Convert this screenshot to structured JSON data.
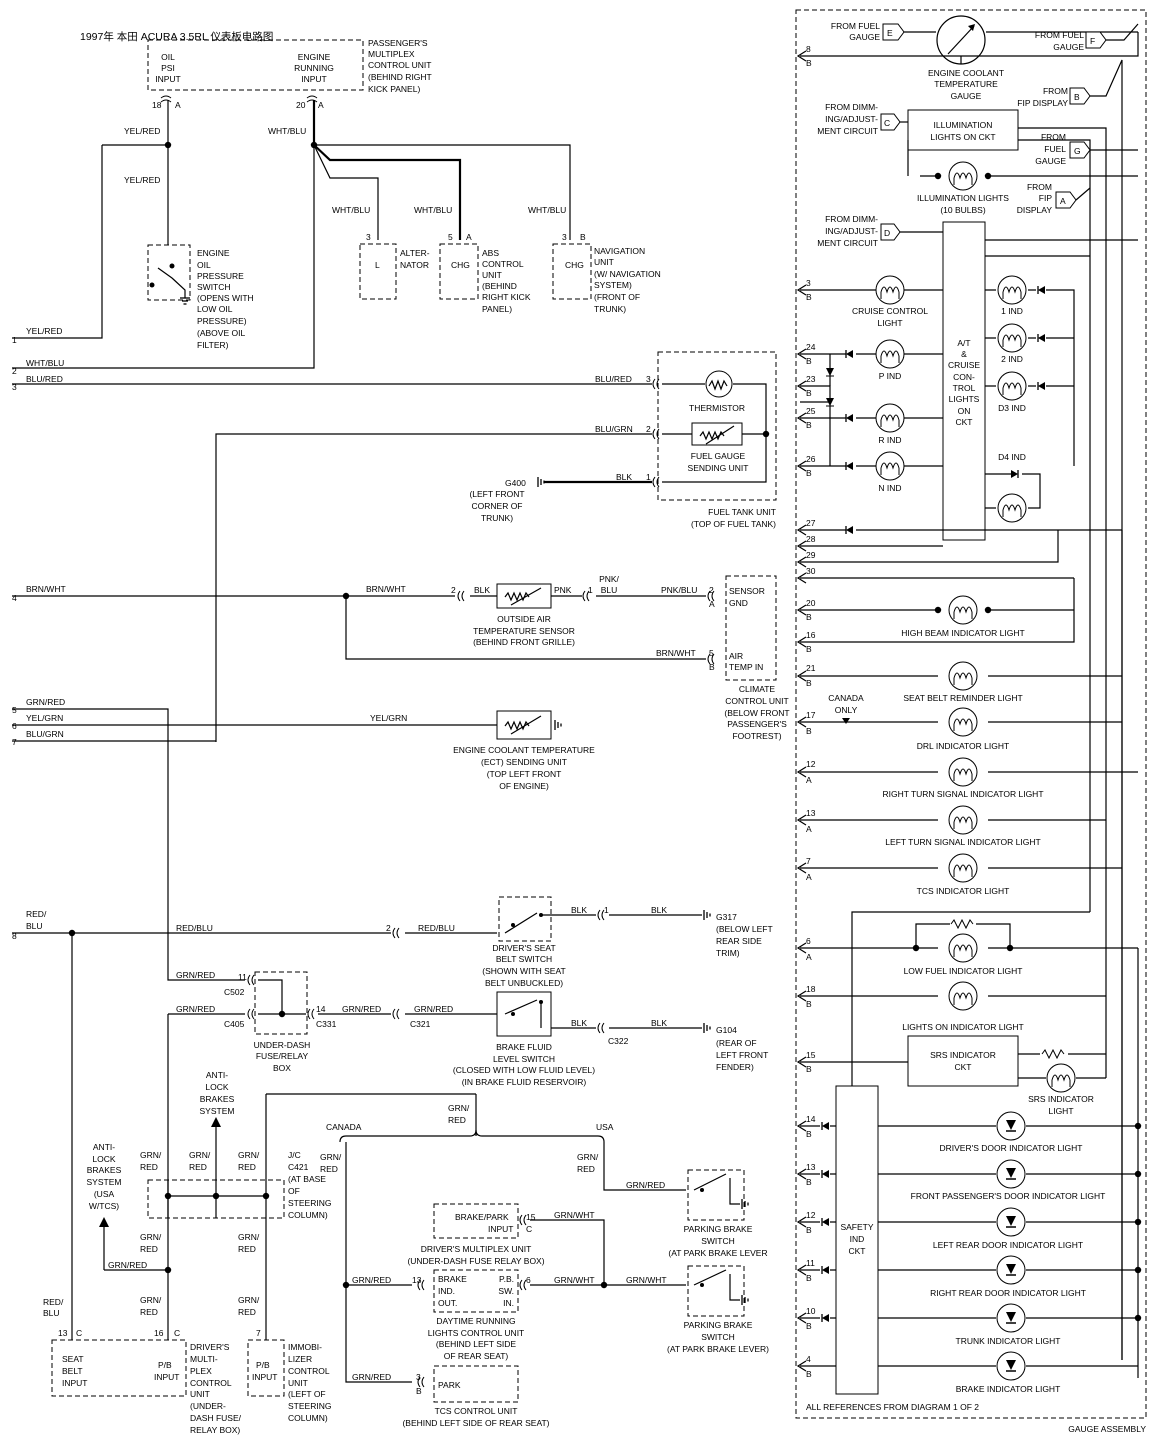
{
  "title": "1997年 本田 ACURA 3.5RL 仪表板电路图",
  "top": {
    "pcu": [
      "PASSENGER'S",
      "MULTIPLEX",
      "CONTROL UNIT",
      "(BEHIND RIGHT",
      "KICK PANEL)"
    ],
    "oil_input": [
      "OIL",
      "PSI",
      "INPUT"
    ],
    "engine_input": [
      "ENGINE",
      "RUNNING",
      "INPUT"
    ],
    "pin18": "18",
    "pin20": "20",
    "tri": "A",
    "yel_red": "YEL/RED",
    "wht_blu": "WHT/BLU",
    "oil_switch": [
      "ENGINE",
      "OIL",
      "PRESSURE",
      "SWITCH",
      "(OPENS WITH",
      "LOW OIL",
      "PRESSURE)",
      "(ABOVE OIL",
      "FILTER)"
    ],
    "alternator": [
      "ALTER-",
      "NATOR"
    ],
    "alt_L": "L",
    "alt_pin": "3",
    "abs_unit": [
      "ABS",
      "CONTROL",
      "UNIT",
      "(BEHIND",
      "RIGHT KICK",
      "PANEL)"
    ],
    "abs_pin": "5",
    "abs_a": "A",
    "chg": "CHG",
    "nav_unit": [
      "NAVIGATION",
      "UNIT",
      "(W/ NAVIGATION",
      "SYSTEM)",
      "(FRONT OF",
      "TRUNK)"
    ],
    "nav_pin": "3",
    "nav_b": "B"
  },
  "left_wires": [
    {
      "num": "1",
      "label": "YEL/RED"
    },
    {
      "num": "2",
      "label": "WHT/BLU"
    },
    {
      "num": "3",
      "label": "BLU/RED"
    },
    {
      "num": "4",
      "label": "BRN/WHT"
    },
    {
      "num": "5",
      "label": "GRN/RED"
    },
    {
      "num": "6",
      "label": "YEL/GRN"
    },
    {
      "num": "7",
      "label": "BLU/GRN"
    },
    {
      "num": "8",
      "label": [
        "RED/",
        "BLU"
      ]
    }
  ],
  "fuel": {
    "blu_red": "BLU/RED",
    "blu_grn": "BLU/GRN",
    "blk": "BLK",
    "p3": "3",
    "p2": "2",
    "p1": "1",
    "thermistor": "THERMISTOR",
    "sending": [
      "FUEL GAUGE",
      "SENDING UNIT"
    ],
    "unit": [
      "FUEL TANK UNIT",
      "(TOP OF FUEL TANK)"
    ],
    "g400": "G400",
    "g400_loc": [
      "(LEFT FRONT",
      "CORNER OF",
      "TRUNK)"
    ]
  },
  "oat": {
    "brn_wht": "BRN/WHT",
    "blk": "BLK",
    "pnk": "PNK",
    "pnk_blu": [
      "PNK/",
      "BLU"
    ],
    "pnk_blu2": "PNK/BLU",
    "p2": "2",
    "p1": "1",
    "p2b": "2",
    "p5": "5",
    "a": "A",
    "b": "B",
    "sensor": [
      "OUTSIDE AIR",
      "TEMPERATURE SENSOR",
      "(BEHIND FRONT GRILLE)"
    ],
    "sensor_gnd": [
      "SENSOR",
      "GND"
    ],
    "air_temp": [
      "AIR",
      "TEMP IN"
    ],
    "ccu": [
      "CLIMATE",
      "CONTROL UNIT",
      "(BELOW FRONT",
      "PASSENGER'S",
      "FOOTREST)"
    ]
  },
  "ect": {
    "yel_grn": "YEL/GRN",
    "label": [
      "ENGINE COOLANT TEMPERATURE",
      "(ECT) SENDING UNIT",
      "(TOP LEFT FRONT",
      "OF ENGINE)"
    ]
  },
  "seatbelt": {
    "red_blu": "RED/BLU",
    "p2": "2",
    "p1": "1",
    "blk": "BLK",
    "label": [
      "DRIVER'S SEAT",
      "BELT SWITCH",
      "(SHOWN WITH SEAT",
      "BELT UNBUCKLED)"
    ],
    "g317": "G317",
    "g317_loc": [
      "(BELOW LEFT",
      "REAR SIDE",
      "TRIM)"
    ]
  },
  "fusebox": {
    "grn_red": "GRN/RED",
    "p11": "11",
    "p14": "14",
    "c502": "C502",
    "c405": "C405",
    "c331": "C331",
    "c321": "C321",
    "c322": "C322",
    "label": [
      "UNDER-DASH",
      "FUSE/RELAY",
      "BOX"
    ]
  },
  "brakefluid": {
    "label": [
      "BRAKE FLUID",
      "LEVEL SWITCH",
      "(CLOSED WITH LOW FLUID LEVEL)",
      "(IN BRAKE FLUID RESERVOIR)"
    ],
    "g104": "G104",
    "g104_loc": [
      "(REAR OF",
      "LEFT FRONT",
      "FENDER)"
    ]
  },
  "lower": {
    "abs_sys": [
      "ANTI-",
      "LOCK",
      "BRAKES",
      "SYSTEM"
    ],
    "abs_sys2": [
      "ANTI-",
      "LOCK",
      "BRAKES",
      "SYSTEM",
      "(USA",
      "W/TCS)"
    ],
    "grn_red2": [
      "GRN/",
      "RED"
    ],
    "grn_red": "GRN/RED",
    "jc": [
      "J/C",
      "C421",
      "(AT BASE",
      "OF",
      "STEERING",
      "COLUMN)"
    ],
    "canada": "CANADA",
    "usa": "USA",
    "dmu": [
      "DRIVER'S",
      "MULTI-",
      "PLEX",
      "CONTROL",
      "UNIT",
      "(UNDER-",
      "DASH FUSE/",
      "RELAY BOX)"
    ],
    "seatbelt_in": [
      "SEAT",
      "BELT",
      "INPUT"
    ],
    "pb_input": [
      "P/B",
      "INPUT"
    ],
    "p13": "13",
    "p16": "16",
    "p7": "7",
    "c": "C",
    "immob": [
      "IMMOBI-",
      "LIZER",
      "CONTROL",
      "UNIT",
      "(LEFT OF",
      "STEERING",
      "COLUMN)"
    ],
    "brake_park": [
      "BRAKE/PARK",
      "INPUT"
    ],
    "p15": "15",
    "dmu2": [
      "DRIVER'S MULTIPLEX UNIT",
      "(UNDER-DASH FUSE RELAY BOX)"
    ],
    "grn_wht": "GRN/WHT",
    "drl_left": [
      "BRAKE",
      "IND.",
      "OUT."
    ],
    "drl_right": [
      "P.B.",
      "SW.",
      "IN."
    ],
    "p13b": "13",
    "p6": "6",
    "drl": [
      "DAYTIME RUNNING",
      "LIGHTS CONTROL UNIT",
      "(BEHIND LEFT SIDE",
      "OF REAR SEAT)"
    ],
    "pbs1": [
      "PARKING BRAKE",
      "SWITCH",
      "(AT PARK BRAKE LEVER"
    ],
    "pbs2": [
      "PARKING BRAKE",
      "SWITCH",
      "(AT PARK BRAKE LEVER)"
    ],
    "park": "PARK",
    "p3": "3",
    "b": "B",
    "tcs": "TCS CONTROL UNIT",
    "tcs_loc": "(BEHIND LEFT SIDE OF REAR SEAT)"
  },
  "gauge": {
    "from_fuel": [
      "FROM FUEL",
      "GAUGE"
    ],
    "e": "E",
    "coolant": [
      "ENGINE COOLANT",
      "TEMPERATURE",
      "GAUGE"
    ],
    "from_fuel_r": [
      "FROM FUEL",
      "GAUGE"
    ],
    "f": "F",
    "from_fip": [
      "FROM",
      "FIP DISPLAY"
    ],
    "bb": "B",
    "from_dimm": [
      "FROM DIMM-",
      "ING/ADJUST-",
      "MENT CIRCUIT"
    ],
    "c": "C",
    "illum_ckt": [
      "ILLUMINATION",
      "LIGHTS ON CKT"
    ],
    "from_fuel2": [
      "FROM",
      "FUEL",
      "GAUGE"
    ],
    "g": "G",
    "illum_lights": [
      "ILLUMINATION LIGHTS",
      "(10 BULBS)"
    ],
    "from_fip2": [
      "FROM",
      "FIP",
      "DISPLAY"
    ],
    "a": "A",
    "from_dimm2": [
      "FROM DIMM-",
      "ING/ADJUST-",
      "MENT CIRCUIT"
    ],
    "d": "D",
    "at_ckt": [
      "A/T",
      "&",
      "CRUISE",
      "CON-",
      "TROL",
      "LIGHTS",
      "ON",
      "CKT"
    ],
    "cruise": [
      "CRUISE CONTROL",
      "LIGHT"
    ],
    "ind": [
      "1 IND",
      "2 IND",
      "D3 IND",
      "D4 IND",
      "P IND",
      "R IND",
      "N IND"
    ],
    "pins": [
      "8",
      "3",
      "24",
      "23",
      "25",
      "26",
      "27",
      "28",
      "29",
      "30"
    ],
    "lights": [
      {
        "pin": "20",
        "pin2": "16",
        "name": "HIGH BEAM INDICATOR LIGHT"
      },
      {
        "pin": "21",
        "name": "SEAT BELT REMINDER LIGHT"
      },
      {
        "pin": "17",
        "name": "DRL INDICATOR LIGHT"
      },
      {
        "pin": "12",
        "name": "RIGHT TURN SIGNAL INDICATOR LIGHT"
      },
      {
        "pin": "13",
        "name": "LEFT TURN SIGNAL INDICATOR LIGHT"
      },
      {
        "pin": "7",
        "name": "TCS INDICATOR LIGHT"
      },
      {
        "pin": "6",
        "name": "LOW FUEL INDICATOR LIGHT"
      },
      {
        "pin": "18",
        "name": "LIGHTS ON INDICATOR LIGHT"
      }
    ],
    "canada_only": [
      "CANADA",
      "ONLY"
    ],
    "srs_ckt": [
      "SRS INDICATOR",
      "CKT"
    ],
    "srs_light": [
      "SRS INDICATOR",
      "LIGHT"
    ],
    "p15": "15",
    "safety": [
      "SAFETY",
      "IND",
      "CKT"
    ],
    "door_lights": [
      {
        "pin": "14",
        "name": "DRIVER'S DOOR INDICATOR LIGHT"
      },
      {
        "pin": "13",
        "name": "FRONT PASSENGER'S DOOR INDICATOR LIGHT"
      },
      {
        "pin": "12",
        "name": "LEFT REAR DOOR INDICATOR LIGHT"
      },
      {
        "pin": "11",
        "name": "RIGHT REAR DOOR INDICATOR LIGHT"
      },
      {
        "pin": "10",
        "name": "TRUNK INDICATOR LIGHT"
      },
      {
        "pin": "4",
        "name": "BRAKE INDICATOR LIGHT"
      }
    ],
    "ref": "ALL REFERENCES FROM DIAGRAM 1 OF 2",
    "assembly": "GAUGE ASSEMBLY"
  }
}
